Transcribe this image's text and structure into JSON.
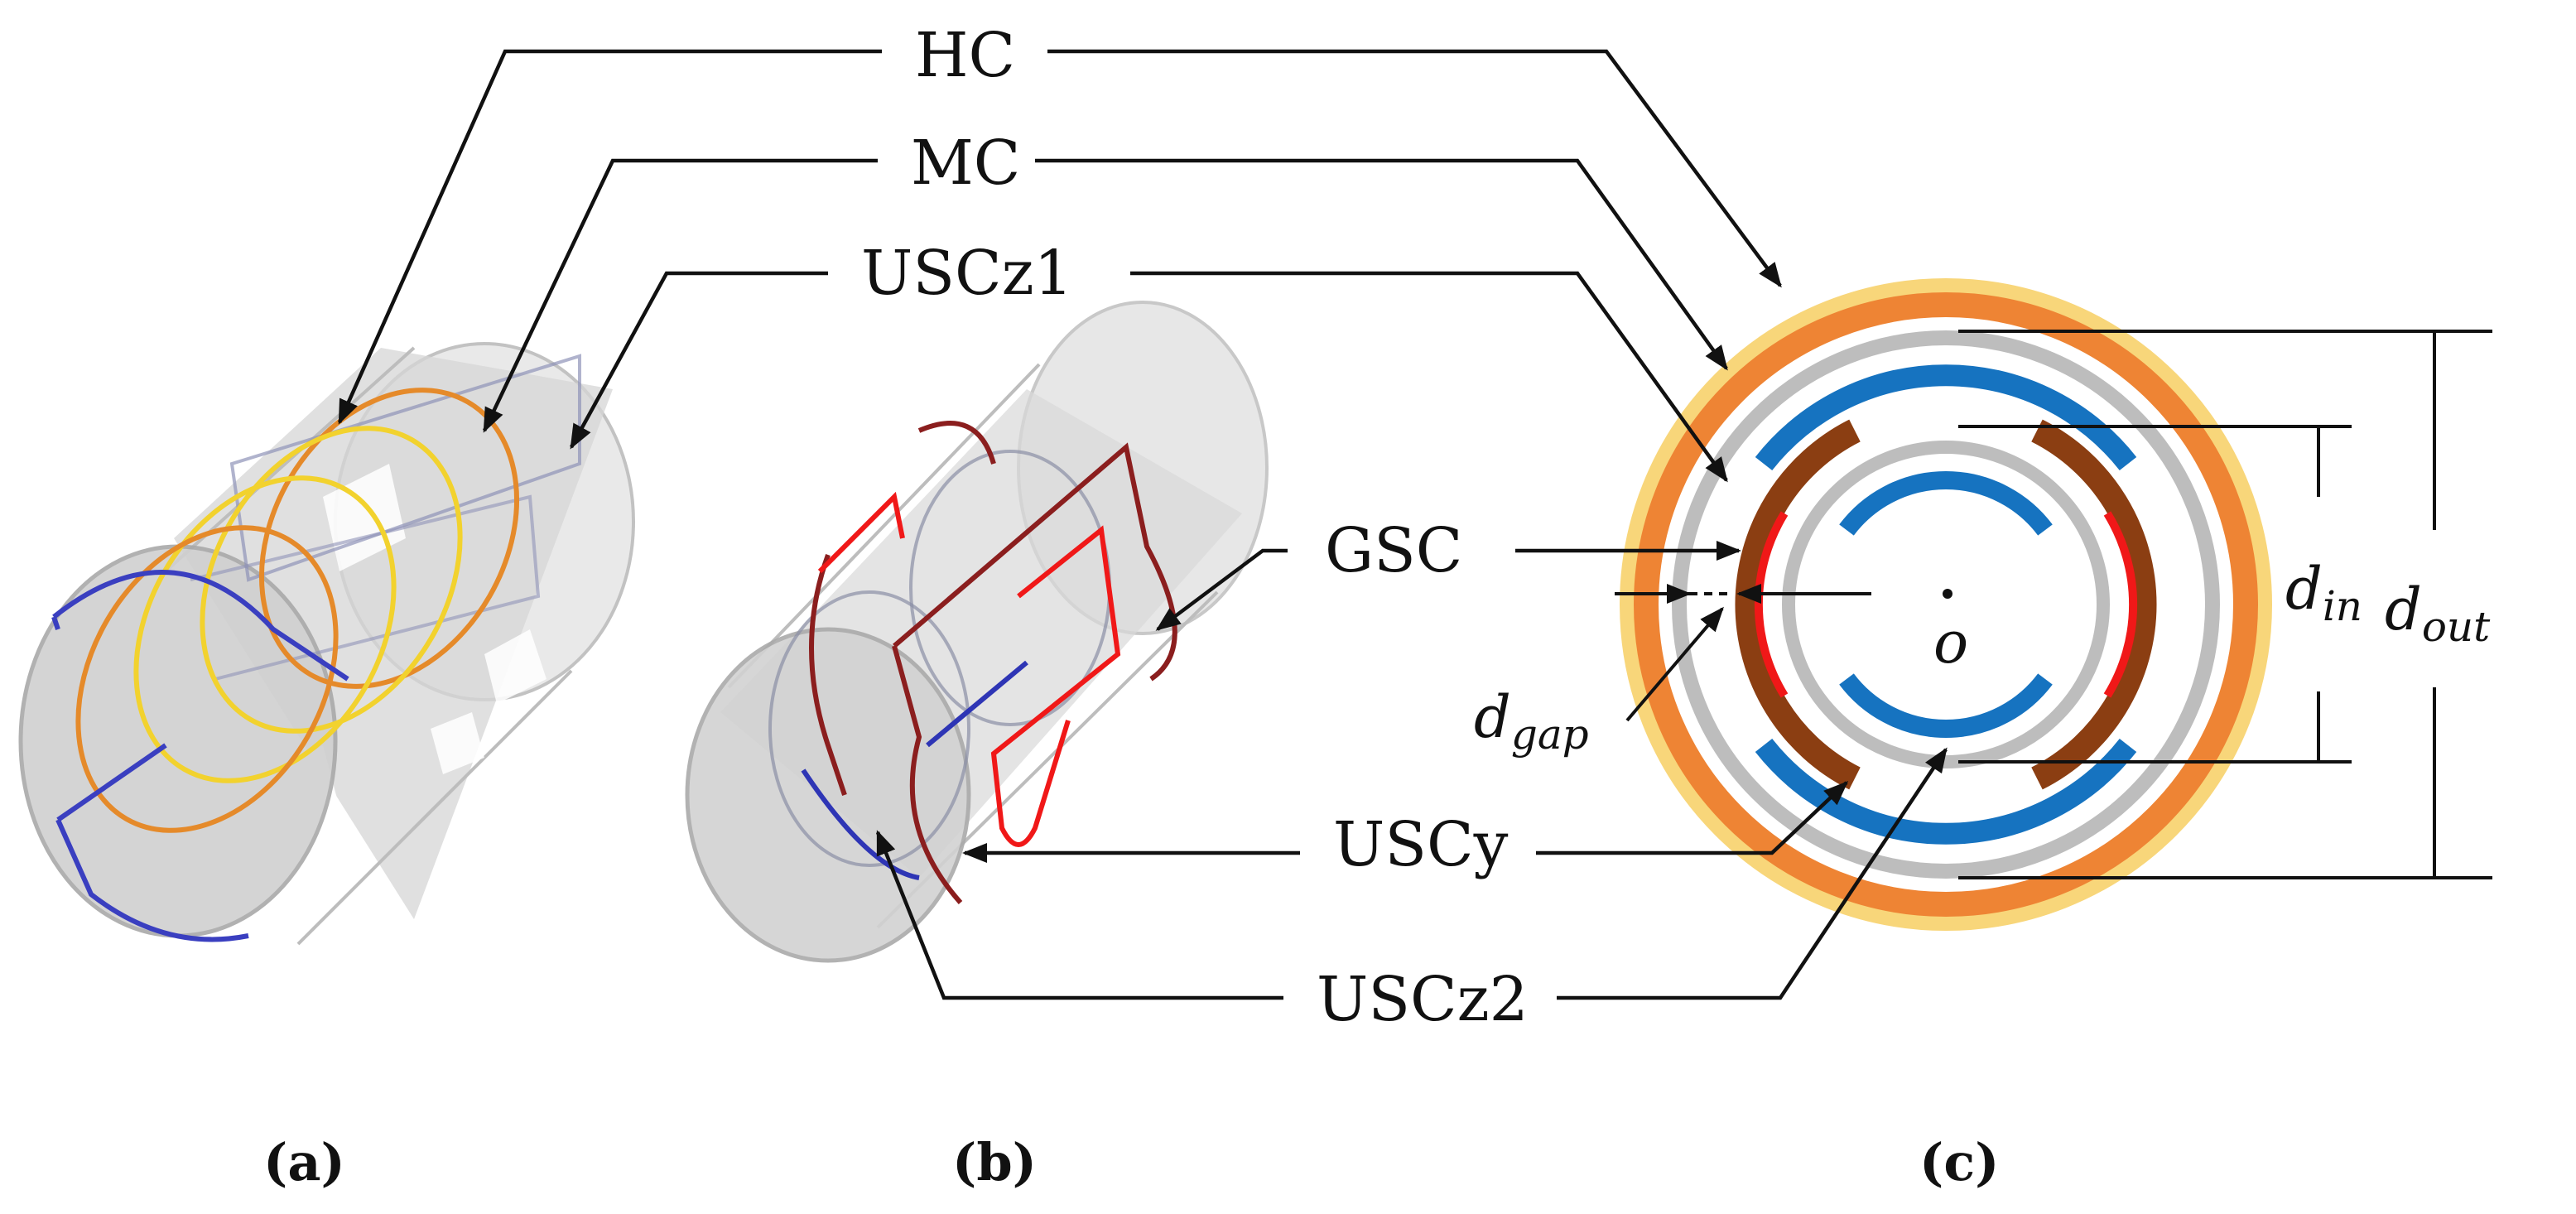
{
  "labels": {
    "hc": "HC",
    "mc": "MC",
    "usc_z1": "USCz1",
    "gsc": "GSC",
    "usc_y": "USCy",
    "usc_z2": "USCz2"
  },
  "dimensions": {
    "d_gap": {
      "base": "d",
      "sub": "gap"
    },
    "d_in": {
      "base": "d",
      "sub": "in"
    },
    "d_out": {
      "base": "d",
      "sub": "out"
    },
    "origin": "o"
  },
  "panels": {
    "a": "(a)",
    "b": "(b)",
    "c": "(c)"
  },
  "colors": {
    "hc_outer": "#F8D67A",
    "hc": "#EE8434",
    "mc_gray": "#BDBDBD",
    "usc_blue": "#1673C0",
    "usc_y_brown": "#8B3E12",
    "gsc_red": "#F01818",
    "coil_yellow": "#F2D22E",
    "coil_orange": "#E58A2A",
    "coil_blue": "#3A3FC0",
    "coil_darkred": "#8B1E1E",
    "cylinder_fill": "#D9D9D9"
  }
}
